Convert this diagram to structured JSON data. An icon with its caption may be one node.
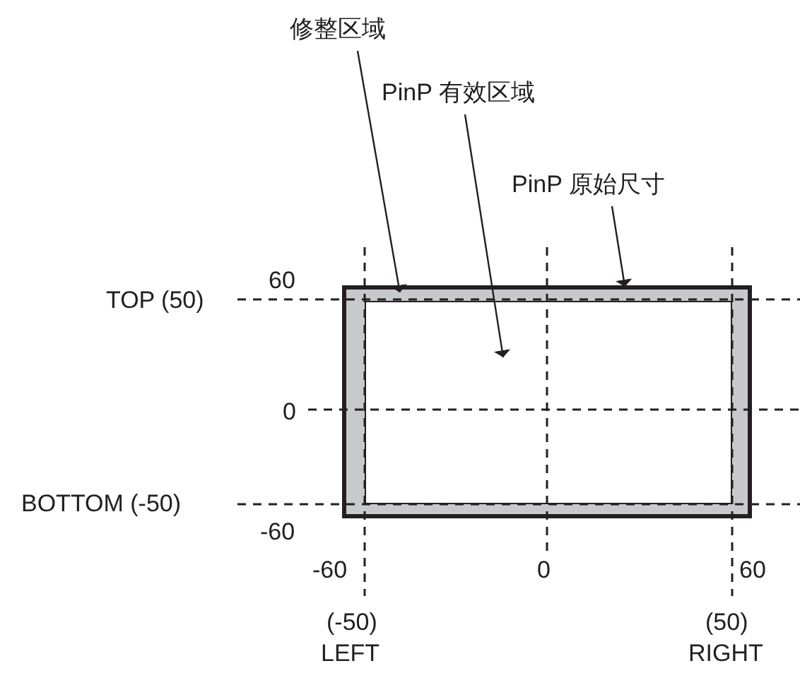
{
  "diagram": {
    "nodes": [
      {
        "text": [
          "修整区域"
        ]
      },
      {
        "text": [
          "PinP 有效区域"
        ]
      },
      {
        "text": [
          "PinP 原始尺寸"
        ]
      },
      {
        "text": [],
        "shape": "box"
      },
      {
        "text": [],
        "shape": "box",
        "in": 3
      }
    ],
    "edges": [
      {
        "from": 0,
        "to": 3,
        "arrow": "to"
      },
      {
        "from": 1,
        "to": 4,
        "arrow": "to"
      },
      {
        "from": 2,
        "to": 3,
        "arrow": "to"
      }
    ],
    "labels": [
      "60",
      "TOP (50)",
      "0",
      "BOTTOM (-50)",
      "-60",
      "-60",
      "0",
      "60",
      "(-50)",
      "(50)",
      "LEFT",
      "RIGHT"
    ]
  }
}
